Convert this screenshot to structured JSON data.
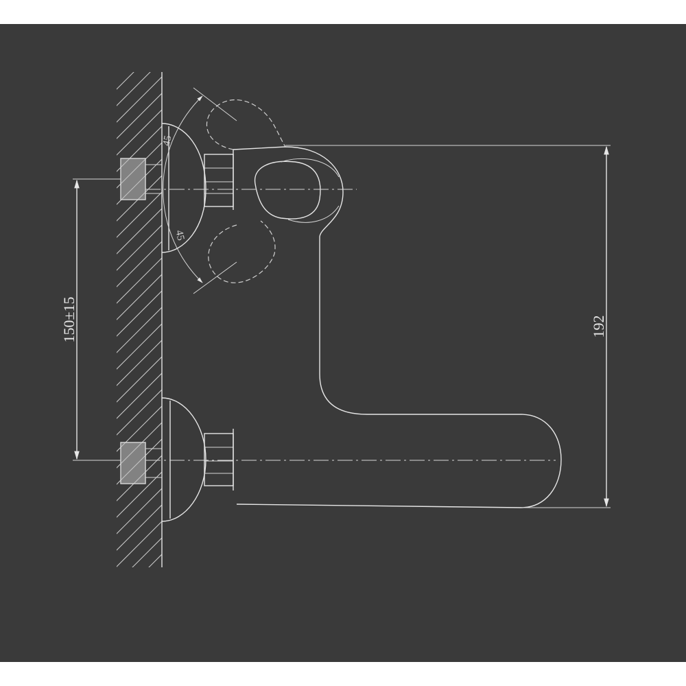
{
  "dimensions": {
    "inlet_spacing": "150±15",
    "total_height": "192",
    "angle_upper": "45",
    "angle_lower": "45"
  },
  "colors": {
    "background": "#3a3a3a",
    "lines": "#e6e6e6"
  }
}
